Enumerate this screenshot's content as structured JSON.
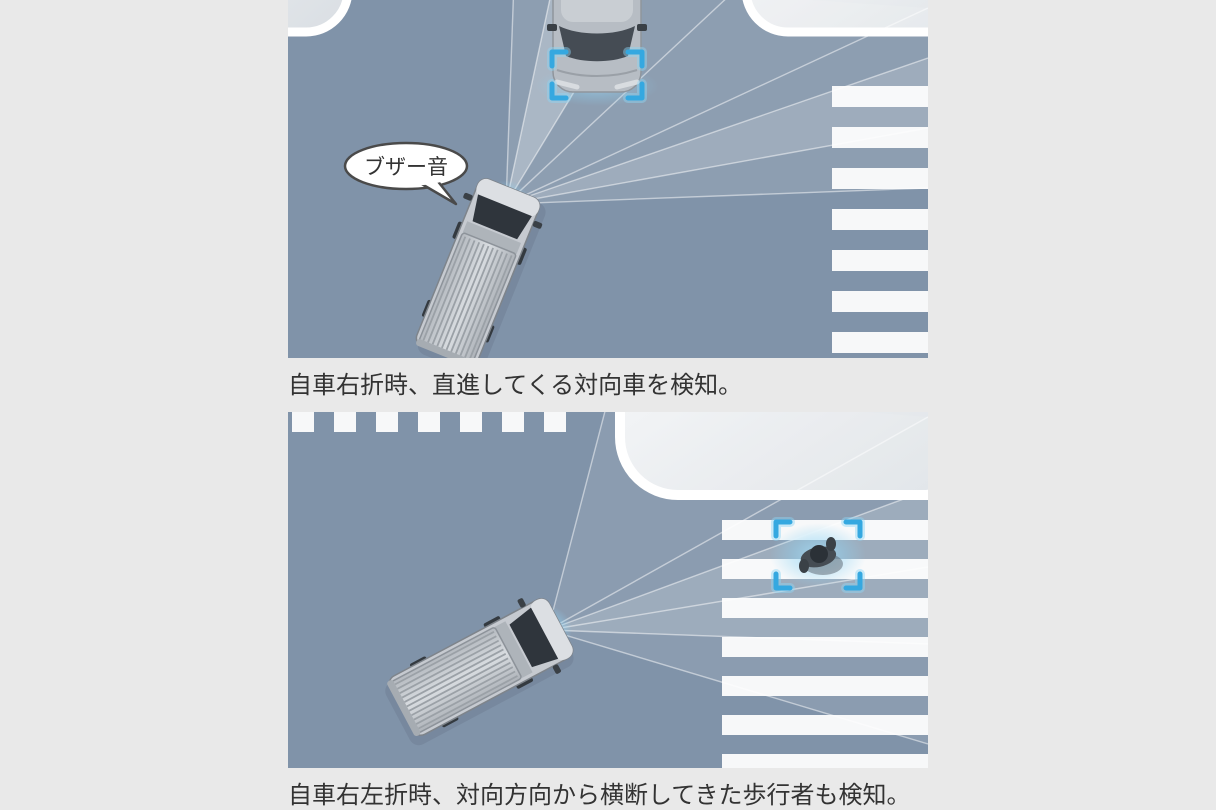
{
  "page": {
    "background": "#e9e9e9"
  },
  "figures": {
    "top": {
      "bubble_label": "ブザー音",
      "caption": "自車右折時、直進してくる対向車を検知。"
    },
    "bottom": {
      "caption": "自車右左折時、対向方向から横断してきた歩行者も検知。"
    }
  },
  "icons": {
    "detection_brackets": "four-corner-target-brackets",
    "speech_bubble": "ellipse-callout-with-tail",
    "sensor_beams": "translucent-fan-rays"
  },
  "colors": {
    "page_bg": "#e9e9e9",
    "road": "#8093a9",
    "curb_white": "#ffffff",
    "sidewalk_light": "#e6eaee",
    "crosswalk_stripe": "#fdfdfd",
    "accent_blue": "#35a8e0",
    "accent_blue_glow": "#8fd4f4",
    "truck_body": "#c6cad0",
    "windshield_dark": "#2f353c",
    "caption_text": "#333333",
    "bubble_border": "#4a4a4a"
  }
}
